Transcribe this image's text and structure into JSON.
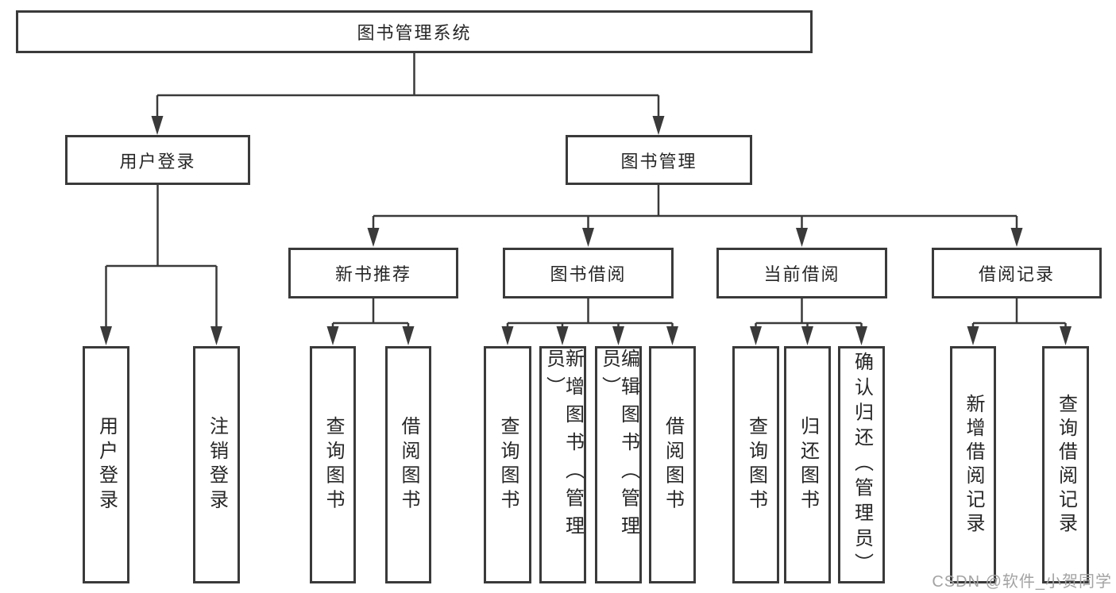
{
  "diagram_title": "图书管理系统",
  "nodes": {
    "root": "图书管理系统",
    "user_login": "用户登录",
    "book_mgmt": "图书管理",
    "new_books": "新书推荐",
    "book_borrow": "图书借阅",
    "current_borrow": "当前借阅",
    "borrow_records": "借阅记录",
    "leaf_user_login": "用户登录",
    "leaf_logout": "注销登录",
    "leaf_nb_query": "查询图书",
    "leaf_nb_borrow": "借阅图书",
    "leaf_bb_query": "查询图书",
    "leaf_bb_add": "新增图书（管理员）",
    "leaf_bb_edit": "编辑图书（管理员）",
    "leaf_bb_borrow": "借阅图书",
    "leaf_cb_query": "查询图书",
    "leaf_cb_return": "归还图书",
    "leaf_cb_confirm": "确认归还（管理员）",
    "leaf_br_add": "新增借阅记录",
    "leaf_br_query": "查询借阅记录"
  },
  "hierarchy": {
    "图书管理系统": {
      "用户登录": [
        "用户登录",
        "注销登录"
      ],
      "图书管理": {
        "新书推荐": [
          "查询图书",
          "借阅图书"
        ],
        "图书借阅": [
          "查询图书",
          "新增图书（管理员）",
          "编辑图书（管理员）",
          "借阅图书"
        ],
        "当前借阅": [
          "查询图书",
          "归还图书",
          "确认归还（管理员）"
        ],
        "借阅记录": [
          "新增借阅记录",
          "查询借阅记录"
        ]
      }
    }
  },
  "watermark": {
    "text": "CSDN @软件_小贺同学"
  },
  "colors": {
    "line": "#3a3a3a",
    "text": "#262626",
    "watermark": "#a3a3a3",
    "background": "#ffffff"
  }
}
